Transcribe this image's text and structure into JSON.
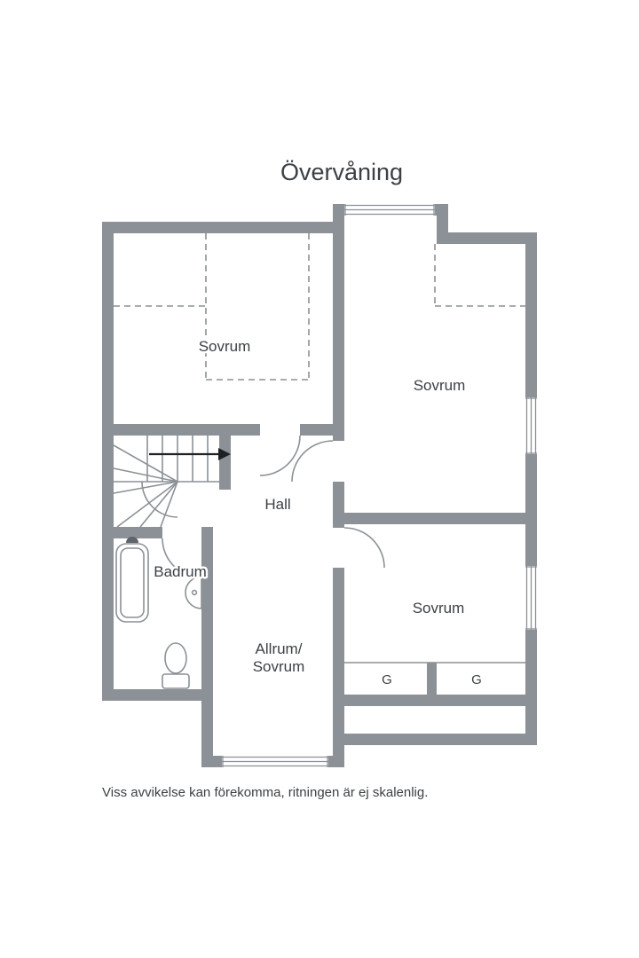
{
  "title": "Övervåning",
  "footer": "Viss avvikelse kan förekomma, ritningen är ej skalenlig.",
  "rooms": {
    "bedroom_top_left": "Sovrum",
    "bedroom_top_right": "Sovrum",
    "bedroom_bottom_right": "Sovrum",
    "hall": "Hall",
    "bathroom": "Badrum",
    "allrum_line1": "Allrum/",
    "allrum_line2": "Sovrum"
  },
  "closets": {
    "left": "G",
    "right": "G"
  },
  "colors": {
    "wall": "#8b9196",
    "thin_line": "#8b9196",
    "text": "#3c4145",
    "arrow": "#1e2124",
    "background": "#ffffff"
  }
}
